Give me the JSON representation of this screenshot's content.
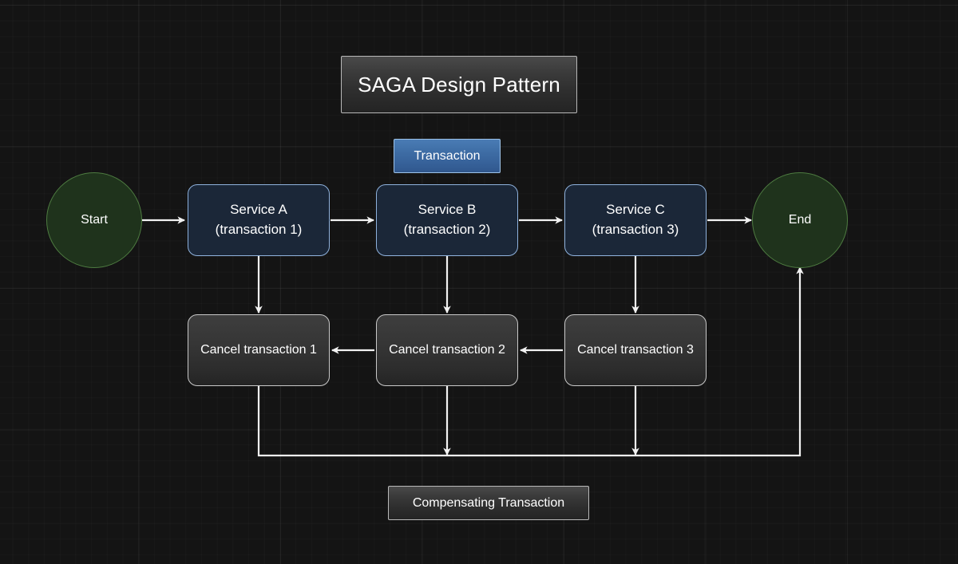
{
  "diagram": {
    "title": "SAGA Design Pattern",
    "background_color": "#141414",
    "legend_transaction": "Transaction",
    "legend_compensating": "Compensating Transaction",
    "colors": {
      "service_fill": "#1b2738",
      "service_border": "#8fb2dd",
      "cancel_fill": "#363636",
      "cancel_border": "#c9c9c9",
      "terminator_fill": "#1f331c",
      "terminator_border": "#4e7c41",
      "transaction_label_fill": "#3f6ea6",
      "edge_color": "#f2f2f2"
    },
    "start": {
      "label": "Start"
    },
    "end": {
      "label": "End"
    },
    "services": [
      {
        "line1": "Service A",
        "line2": "(transaction 1)"
      },
      {
        "line1": "Service B",
        "line2": "(transaction 2)"
      },
      {
        "line1": "Service C",
        "line2": "(transaction 3)"
      }
    ],
    "cancels": [
      {
        "label": "Cancel transaction 1"
      },
      {
        "label": "Cancel transaction 2"
      },
      {
        "label": "Cancel transaction 3"
      }
    ]
  }
}
